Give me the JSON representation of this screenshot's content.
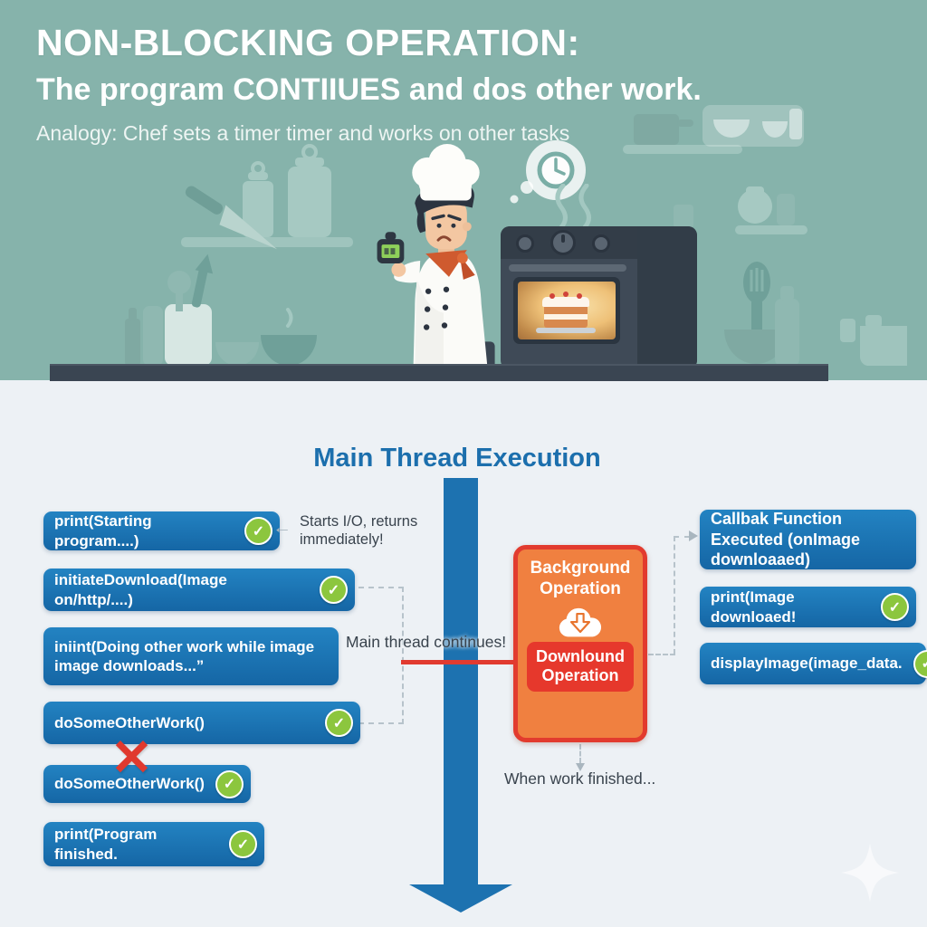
{
  "header": {
    "title": "NON-BLOCKING OPERATION:",
    "subtitle": "The program CONTIIUES and dos other work.",
    "analogy": "Analogy: Chef sets a timer timer and works on other tasks"
  },
  "timeline": {
    "heading": "Main Thread Execution"
  },
  "left_boxes": [
    {
      "label": "print(Starting program....)",
      "check": true
    },
    {
      "label": "initiateDownload(Image  on/http/....)",
      "check": true
    },
    {
      "label": "iniint(Doing other work while image image downloads...”",
      "check": false
    },
    {
      "label": "doSomeOtherWork()",
      "check": true
    },
    {
      "label": "doSomeOtherWork()",
      "check": true,
      "crossed": true
    },
    {
      "label": "print(Program finished.",
      "check": true
    }
  ],
  "right_boxes": [
    {
      "label": "Callbak Function Executed (onImage downloaaed)",
      "check": false
    },
    {
      "label": "print(Image downloaed!",
      "check": true
    },
    {
      "label": "displayImage(image_data.",
      "check": true
    }
  ],
  "annotations": {
    "starts_io": "Starts I/O, returns immediately!",
    "continues": "Main thread continues!",
    "when_finished": "When work finished..."
  },
  "background_box": {
    "title": "Background Operation",
    "inner_label": "Downlound Operation"
  },
  "icons": {
    "check": "✓",
    "cross": "✕",
    "left_arrow": "←"
  },
  "colors": {
    "header_teal": "#86b3ab",
    "box_blue": "#1a73b4",
    "accent_blue": "#1c6fad",
    "success_green": "#8cc63e",
    "alert_red": "#e23b2e",
    "operation_orange": "#f08040",
    "counter_dark": "#3a4552",
    "canvas_light": "#edf1f5"
  }
}
